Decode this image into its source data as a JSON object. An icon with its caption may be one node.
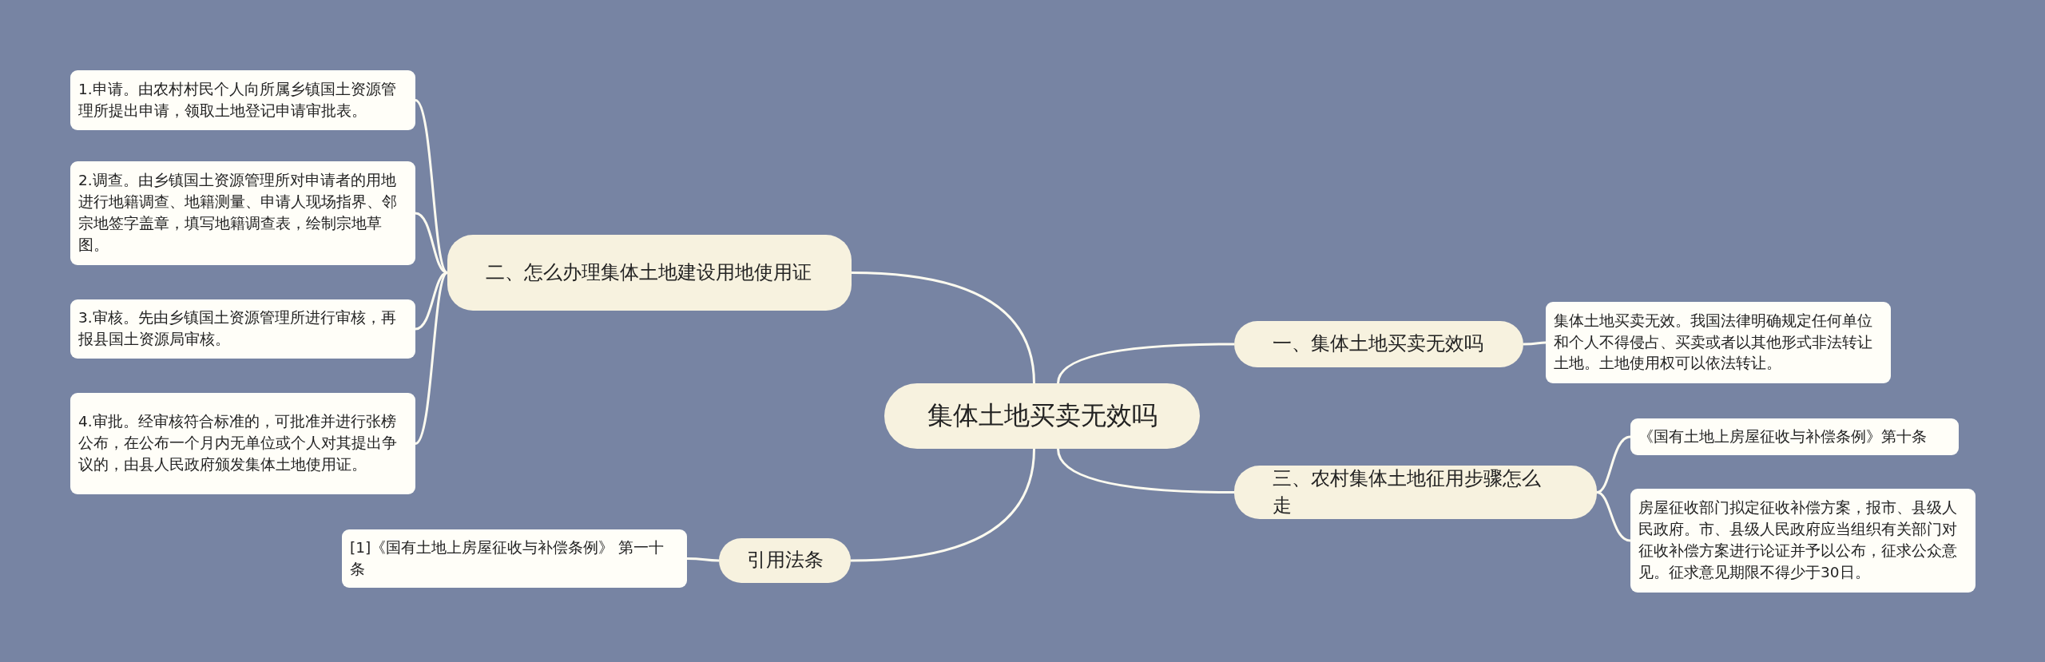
{
  "diagram": {
    "nodes": [
      {
        "text": [
          "集体土地买卖无效吗"
        ]
      },
      {
        "text": [
          "一、集体土地买卖无效吗"
        ]
      },
      {
        "text": [
          "集体土地买卖无效。我国法律明确规定任何单位和个人不得侵占、买卖或者以其他形式非法转让土地。土地使用权可以依法转让。"
        ]
      },
      {
        "text": [
          "三、农村集体土地征用步骤怎么走"
        ]
      },
      {
        "text": [
          "《国有土地上房屋征收与补偿条例》第十条"
        ]
      },
      {
        "text": [
          "房屋征收部门拟定征收补偿方案，报市、县级人民政府。市、县级人民政府应当组织有关部门对征收补偿方案进行论证并予以公布，征求公众意见。征求意见期限不得少于30日。"
        ]
      },
      {
        "text": [
          "二、怎么办理集体土地建设用地使用证"
        ]
      },
      {
        "text": [
          "1.申请。由农村村民个人向所属乡镇国土资源管理所提出申请，领取土地登记申请审批表。"
        ]
      },
      {
        "text": [
          "2.调查。由乡镇国土资源管理所对申请者的用地进行地籍调查、地籍测量、申请人现场指界、邻宗地签字盖章，填写地籍调查表，绘制宗地草图。"
        ]
      },
      {
        "text": [
          "3.审核。先由乡镇国土资源管理所进行审核，再报县国土资源局审核。"
        ]
      },
      {
        "text": [
          "4.审批。经审核符合标准的，可批准并进行张榜公布，在公布一个月内无单位或个人对其提出争议的，由县人民政府颁发集体土地使用证。"
        ]
      },
      {
        "text": [
          "引用法条"
        ]
      },
      {
        "text": [
          "[1]《国有土地上房屋征收与补偿条例》 第一十条"
        ]
      }
    ],
    "edges": [
      {
        "from": 0,
        "to": 1,
        "arrow": "none"
      },
      {
        "from": 1,
        "to": 2,
        "arrow": "none"
      },
      {
        "from": 0,
        "to": 3,
        "arrow": "none"
      },
      {
        "from": 3,
        "to": 4,
        "arrow": "none"
      },
      {
        "from": 3,
        "to": 5,
        "arrow": "none"
      },
      {
        "from": 0,
        "to": 6,
        "arrow": "none"
      },
      {
        "from": 6,
        "to": 7,
        "arrow": "none"
      },
      {
        "from": 6,
        "to": 8,
        "arrow": "none"
      },
      {
        "from": 6,
        "to": 9,
        "arrow": "none"
      },
      {
        "from": 6,
        "to": 10,
        "arrow": "none"
      },
      {
        "from": 0,
        "to": 11,
        "arrow": "none"
      },
      {
        "from": 11,
        "to": 12,
        "arrow": "none"
      }
    ]
  }
}
